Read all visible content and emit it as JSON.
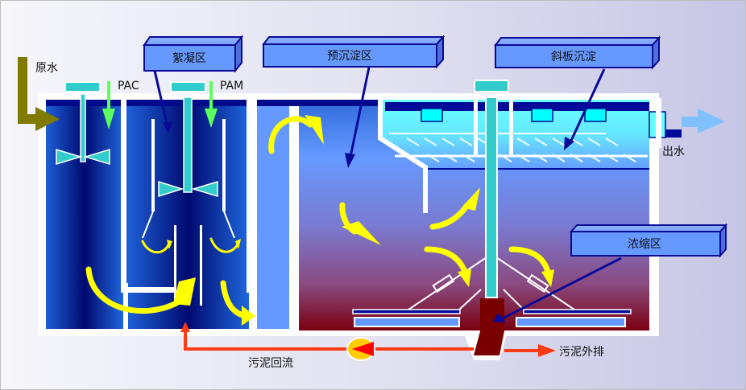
{
  "diagram": {
    "title": "高密度沉淀池工艺流程",
    "labels": {
      "raw_water": "原水",
      "pac": "PAC",
      "pam": "PAM",
      "outlet_water": "出水",
      "sludge_return": "污泥回流",
      "sludge_discharge": "污泥外排"
    },
    "callouts": [
      {
        "id": "flocculation",
        "text": "絮凝区"
      },
      {
        "id": "pre-sedimentation",
        "text": "预沉淀区"
      },
      {
        "id": "inclined-plate",
        "text": "斜板沉淀"
      },
      {
        "id": "thickening",
        "text": "浓缩区"
      }
    ],
    "colors": {
      "raw_water_arrow": "#7f7a00",
      "chemical_dosing_arrow": "#5cff5c",
      "flow_arrow": "#ffff00",
      "sludge_line": "#ff3a14",
      "outlet_arrow": "#7fc0ff",
      "callout_fill": "#6699ff",
      "callout_border": "#0a0a99",
      "mixer": "#33cccc",
      "sludge": "#7a0000",
      "pump_body": "#ffcc00",
      "pump_triangle": "#ff0000"
    }
  }
}
